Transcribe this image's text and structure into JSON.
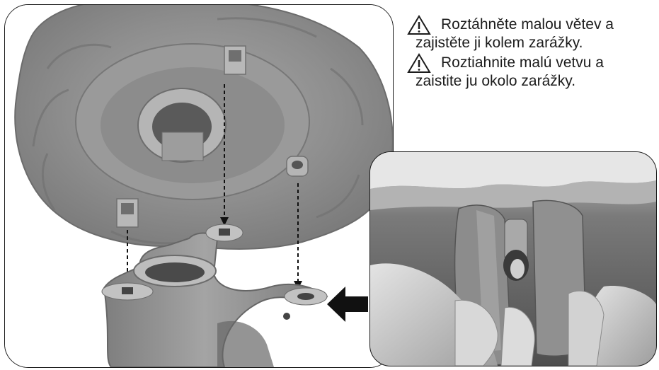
{
  "instructions": [
    {
      "icon": "warning-triangle-icon",
      "line1": "Roztáhněte malou větev a",
      "line2": "zajistěte ji kolem zarážky."
    },
    {
      "icon": "warning-triangle-icon",
      "line1": "Roztiahnite malú vetvu a",
      "line2": "zaistite ju okolo zarážky."
    }
  ],
  "illustration": {
    "main_photo": "tree-canopy-to-trunk-assembly-photo",
    "detail_photo": "hands-spreading-branch-detail-photo",
    "pointer": "black-arrow-left-icon"
  },
  "colors": {
    "frame_border": "#1a1a1a",
    "text": "#1c1c1c",
    "plastic_gray": "#8f8f8f",
    "arrow": "#111111"
  }
}
